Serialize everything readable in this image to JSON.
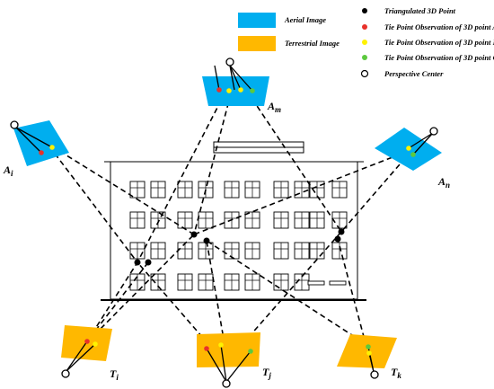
{
  "colors": {
    "aerial": "#00AEEF",
    "terrestrial": "#FFB800",
    "triangulated": "#000000",
    "point_a": "#E8312A",
    "point_b": "#FFF200",
    "point_c": "#5CC93E"
  },
  "legend": {
    "aerial": "Aerial Image",
    "terrestrial": "Terrestrial Image",
    "triangulated": "Triangulated 3D Point",
    "tie_a": "Tie Point Observation of 3D point A",
    "tie_b": "Tie Point Observation of 3D point B",
    "tie_c": "Tie Point Observation of 3D point C",
    "center": "Perspective Center"
  },
  "labels": {
    "am": {
      "main": "A",
      "sub": "m"
    },
    "ai": {
      "main": "A",
      "sub": "i"
    },
    "an": {
      "main": "A",
      "sub": "n"
    },
    "ti": {
      "main": "T",
      "sub": "i"
    },
    "tj": {
      "main": "T",
      "sub": "j"
    },
    "tk": {
      "main": "T",
      "sub": "k"
    }
  }
}
